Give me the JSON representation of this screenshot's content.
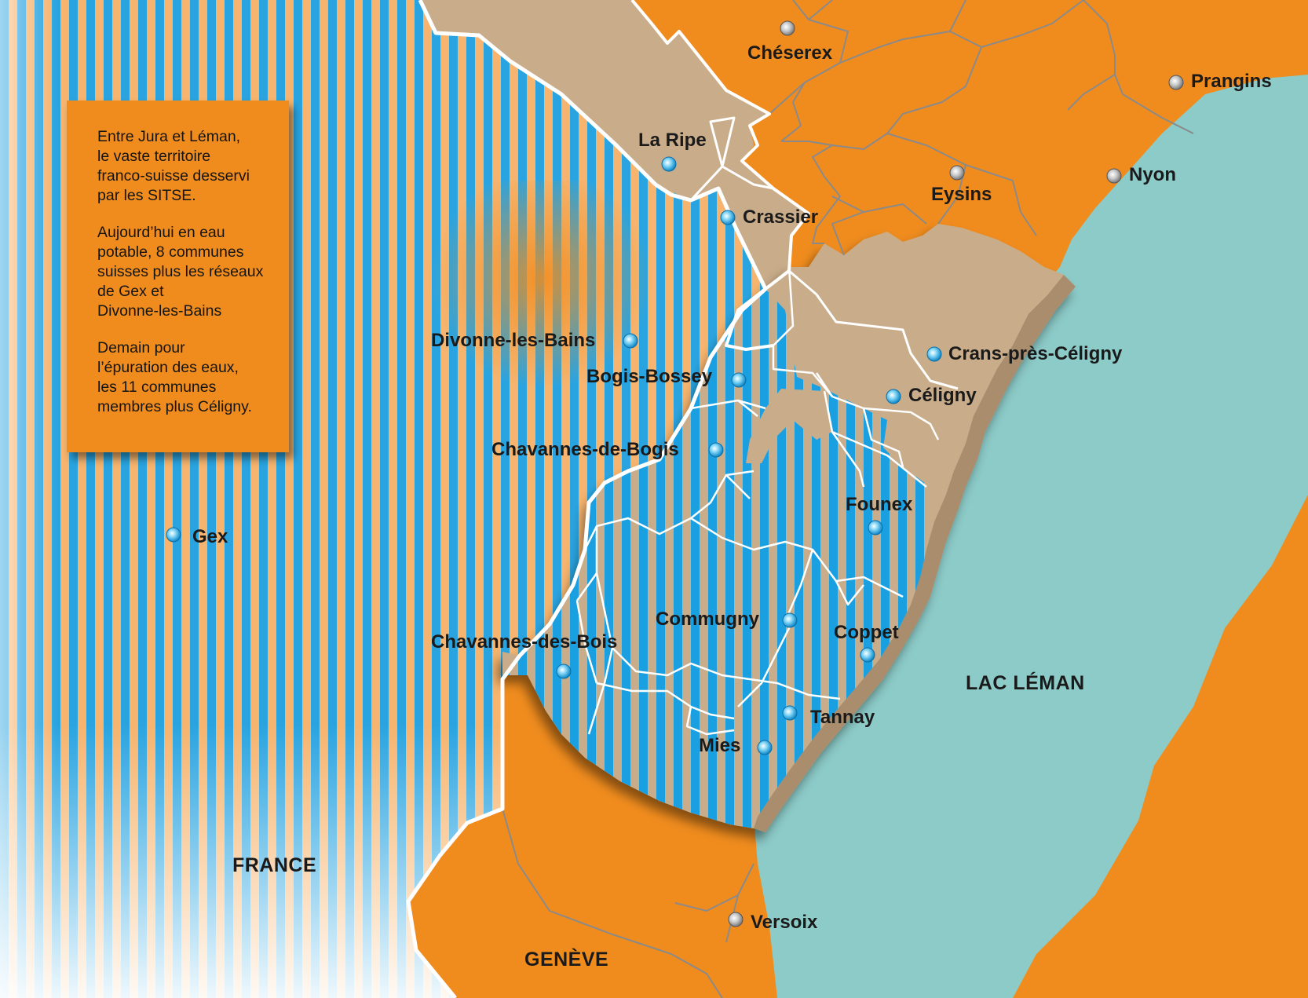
{
  "info_box": {
    "paragraphs": [
      "Entre Jura et Léman,\nle vaste territoire\nfranco-suisse desservi\npar les SITSE.",
      "Aujourd’hui en eau\npotable, 8 communes\nsuisses plus les réseaux\nde Gex et\nDivonne-les-Bains",
      "Demain pour\nl’épuration des eaux,\nles 11 communes\nmembres plus Céligny."
    ]
  },
  "regions": {
    "france": "FRANCE",
    "geneve": "GENÈVE",
    "lac": "LAC LÉMAN"
  },
  "places": {
    "cheserex": "Chéserex",
    "prangins": "Prangins",
    "la_ripe": "La Ripe",
    "nyon": "Nyon",
    "eysins": "Eysins",
    "crassier": "Crassier",
    "divonne": "Divonne-les-Bains",
    "crans": "Crans-près-Céligny",
    "bogis": "Bogis-Bossey",
    "celigny": "Céligny",
    "chavannes_bogis": "Chavannes-de-Bogis",
    "founex": "Founex",
    "gex": "Gex",
    "commugny": "Commugny",
    "coppet": "Coppet",
    "chavannes_bois": "Chavannes-des-Bois",
    "tannay": "Tannay",
    "mies": "Mies",
    "versoix": "Versoix"
  },
  "colors": {
    "orange": "#f08c1e",
    "lake": "#8ccbc8",
    "tan": "#c9ad8a",
    "blue_stripe": "#1aa0e0",
    "border": "#ffffff"
  }
}
